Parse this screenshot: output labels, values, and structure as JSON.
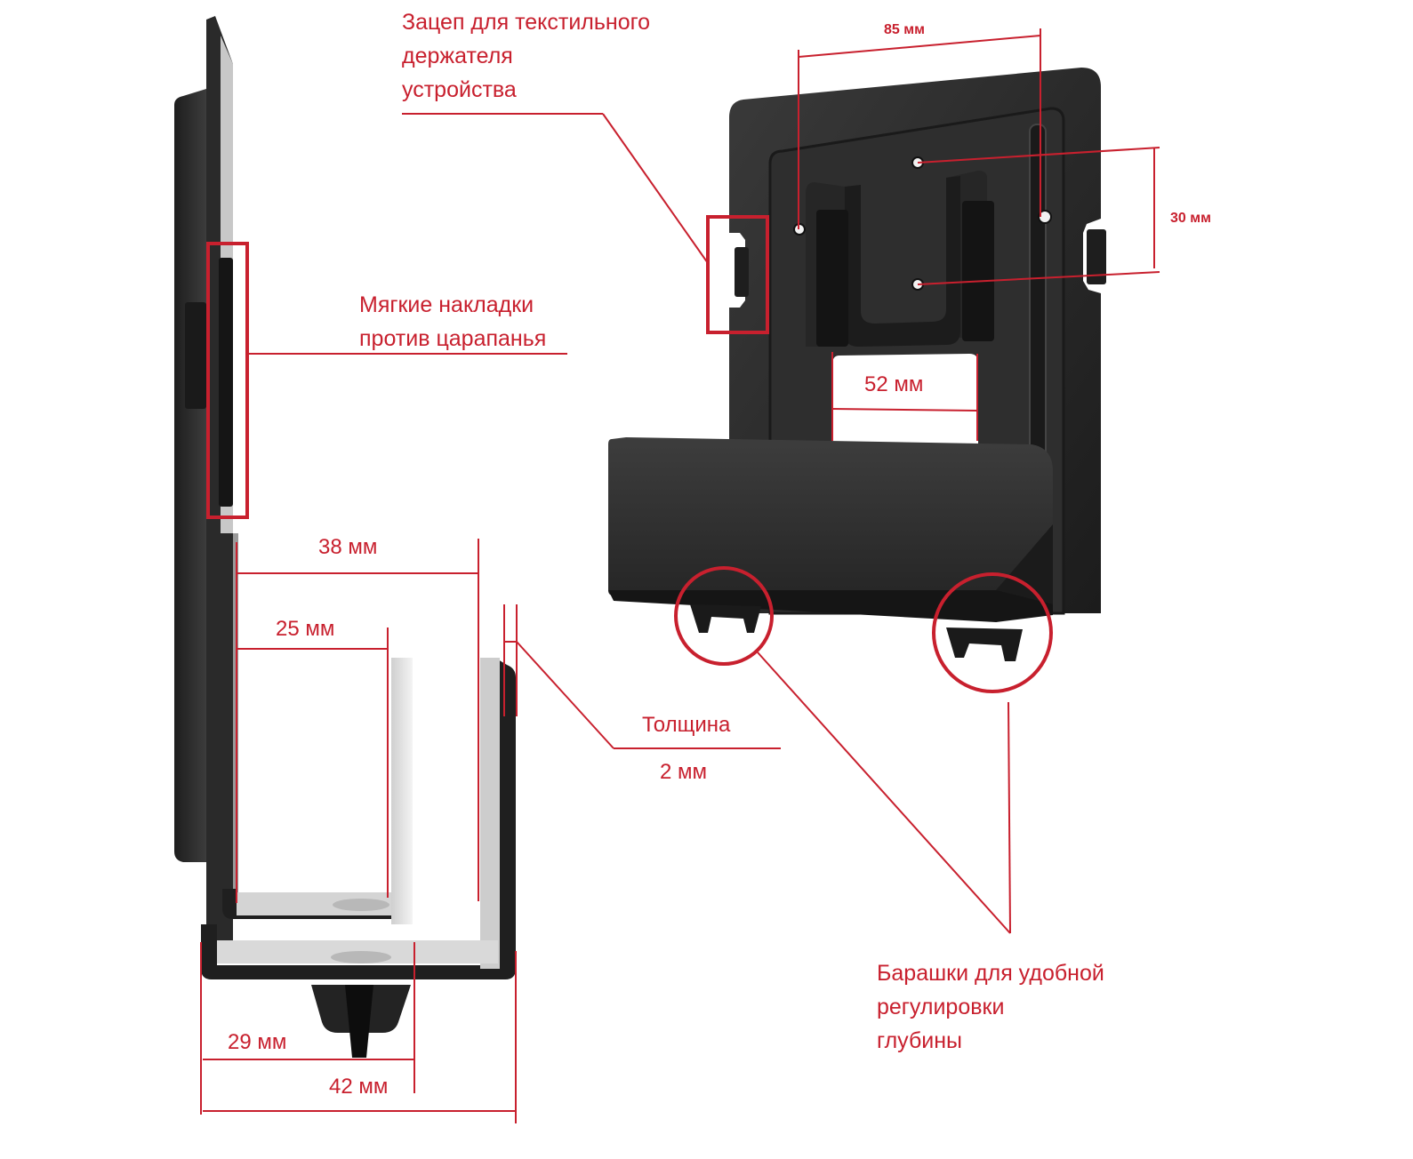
{
  "colors": {
    "annotation": "#c8202e",
    "metal_dark": "#2b2b2b",
    "metal_mid": "#3a3a3a",
    "background": "#ffffff"
  },
  "callouts": {
    "hook": {
      "lines": [
        "Зацеп для текстильного",
        "держателя",
        "устройства"
      ]
    },
    "pads": {
      "lines": [
        "Мягкие накладки",
        "против царапанья"
      ]
    },
    "thickness": {
      "title": "Толщина",
      "value": "2 мм"
    },
    "wingnuts": {
      "lines": [
        "Барашки для удобной",
        "регулировки",
        "глубины"
      ]
    }
  },
  "dimensions": {
    "hole_spacing_horizontal": "85 мм",
    "hole_spacing_vertical": "30 мм",
    "slot_width": "52 мм",
    "depth_outer": "38 мм",
    "depth_inner": "25 мм",
    "base_inner": "29 мм",
    "base_outer": "42 мм"
  }
}
